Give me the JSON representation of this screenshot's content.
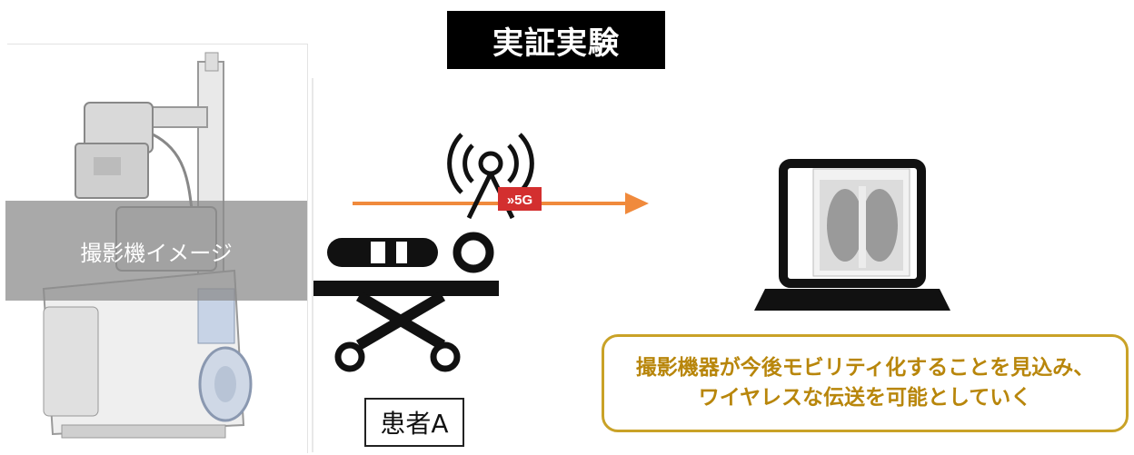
{
  "title": "実証実験",
  "machine": {
    "overlay_label": "撮影機イメージ"
  },
  "signal": {
    "badge": "»5G"
  },
  "patient": {
    "label": "患者A"
  },
  "callout": {
    "line1": "撮影機器が今後モビリティ化することを見込み、",
    "line2": "ワイヤレスな伝送を可能としていく"
  },
  "colors": {
    "arrow": "#f08a3c",
    "badge": "#d32f2f",
    "callout_border": "#c9a227",
    "callout_text": "#b8860b"
  }
}
